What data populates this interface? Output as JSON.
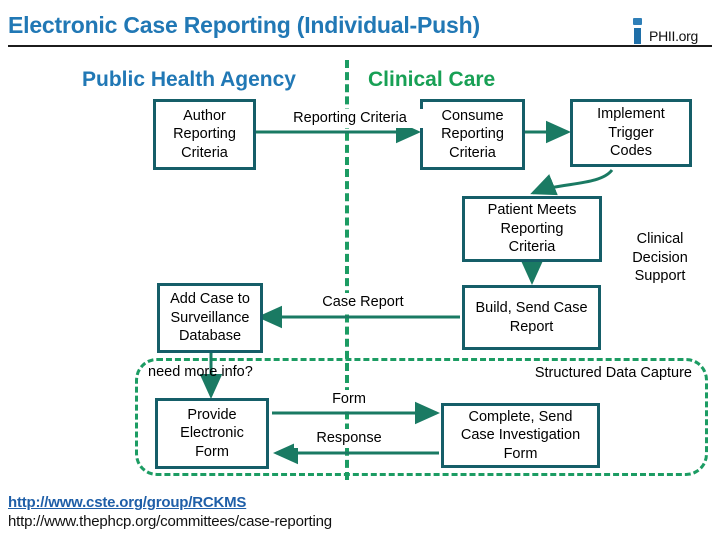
{
  "header": {
    "title": "Electronic Case Reporting (Individual-Push)",
    "logo_icon": "phii-i-logo-icon",
    "logo_text": "PHII.org",
    "title_color": "#2178b5"
  },
  "columns": {
    "left": "Public Health Agency",
    "right": "Clinical Care",
    "left_color": "#2178b5",
    "right_color": "#18a055",
    "divider_color": "#1c9c63"
  },
  "boxes": [
    {
      "id": "author-reporting-criteria",
      "text": "Author\nReporting\nCriteria"
    },
    {
      "id": "consume-reporting-criteria",
      "text": "Consume\nReporting\nCriteria"
    },
    {
      "id": "implement-trigger-codes",
      "text": "Implement\nTrigger\nCodes"
    },
    {
      "id": "patient-meets-reporting-criteria",
      "text": "Patient Meets\nReporting\nCriteria"
    },
    {
      "id": "add-case-to-surveillance-database",
      "text": "Add Case to\nSurveillance\nDatabase"
    },
    {
      "id": "build-send-case-report",
      "text": "Build, Send Case\nReport"
    },
    {
      "id": "provide-electronic-form",
      "text": "Provide\nElectronic\nForm"
    },
    {
      "id": "complete-send-case-investigation-form",
      "text": "Complete, Send\nCase Investigation\nForm"
    }
  ],
  "labels": {
    "reporting_criteria": "Reporting Criteria",
    "clinical_decision_support": "Clinical\nDecision\nSupport",
    "case_report": "Case Report",
    "need_more_info": "need more info?",
    "structured_data_capture": "Structured Data Capture",
    "form": "Form",
    "response": "Response"
  },
  "footer": {
    "link": "http://www.cste.org/group/RCKMS",
    "plain": "http://www.thephcp.org/committees/case-reporting",
    "link_color": "#1f5fa8"
  },
  "theme": {
    "box_border": "#155e68",
    "arrow": "#1a7a63",
    "dashed_region": "#1c9c63"
  }
}
